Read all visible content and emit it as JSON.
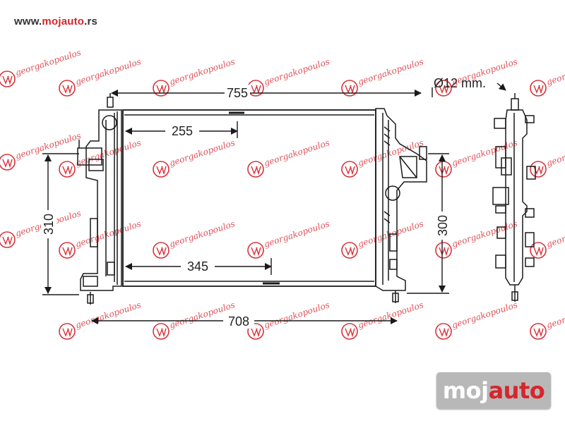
{
  "site_url": {
    "prefix": "www.",
    "accent": "mojauto",
    "suffix": ".rs"
  },
  "dimensions": {
    "top_width": "755",
    "inner_top": "255",
    "inner_bottom": "345",
    "bottom_width": "708",
    "left_height": "310",
    "right_height": "300",
    "pipe_diameter": "Ø12 mm."
  },
  "watermark": {
    "text": "georgakopoulos"
  },
  "logo": {
    "part1": "moj",
    "part2": "auto"
  },
  "colors": {
    "accent": "#d6262c",
    "line": "#1a1a1a",
    "watermark": "#d8323a",
    "logo_bg": "#b8b8b8"
  }
}
